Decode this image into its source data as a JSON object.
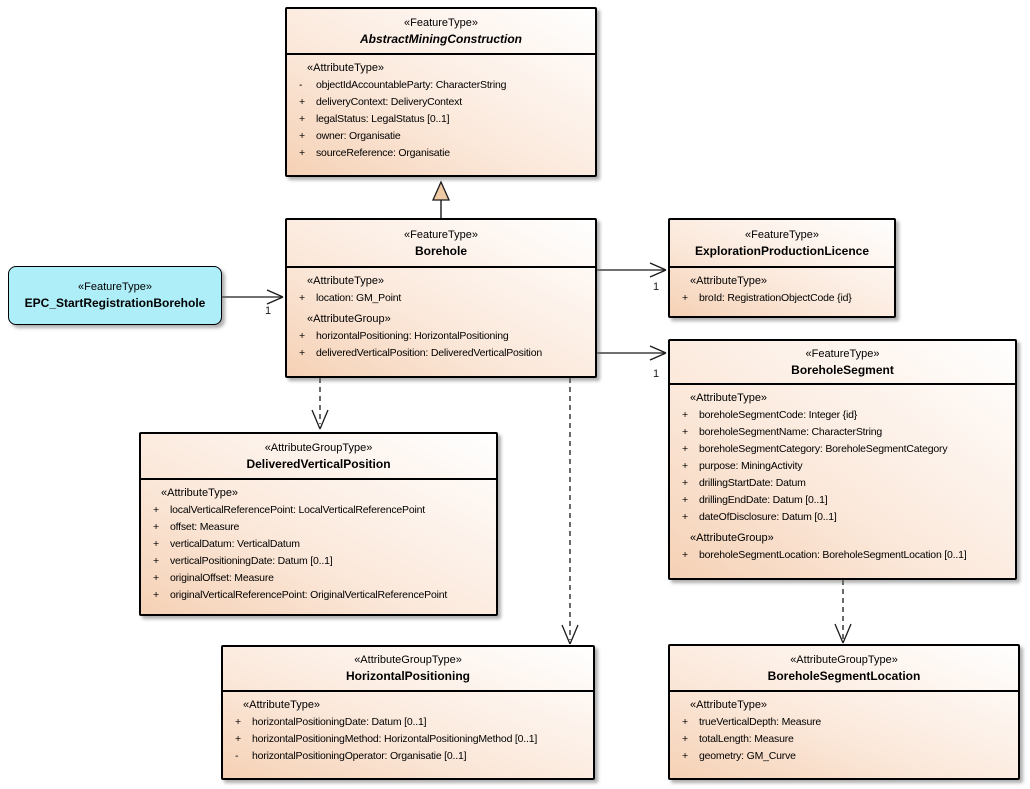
{
  "colors": {
    "box_border": "#000000",
    "box_fill_left": "#f5d1b5",
    "box_fill_right": "#ffffff",
    "epc_fill": "#aeeef8",
    "generalization_arrow_fill": "#eecaa4",
    "connector_stroke": "#1a1a1a",
    "shadow": "#6e6e6e"
  },
  "classes": [
    {
      "id": "abstract-mining-construction",
      "stereotype": "«FeatureType»",
      "name": "AbstractMiningConstruction",
      "sections": [
        {
          "stereotype": "«AttributeType»",
          "rows": [
            {
              "vis": "-",
              "text": "objectIdAccountableParty: CharacterString"
            },
            {
              "vis": "+",
              "text": "deliveryContext: DeliveryContext"
            },
            {
              "vis": "+",
              "text": "legalStatus: LegalStatus [0..1]"
            },
            {
              "vis": "+",
              "text": "owner: Organisatie"
            },
            {
              "vis": "+",
              "text": "sourceReference: Organisatie"
            }
          ]
        }
      ]
    },
    {
      "id": "borehole",
      "stereotype": "«FeatureType»",
      "name": "Borehole",
      "sections": [
        {
          "stereotype": "«AttributeType»",
          "rows": [
            {
              "vis": "+",
              "text": "location: GM_Point"
            }
          ]
        },
        {
          "stereotype": "«AttributeGroup»",
          "rows": [
            {
              "vis": "+",
              "text": "horizontalPositioning: HorizontalPositioning"
            },
            {
              "vis": "+",
              "text": "deliveredVerticalPosition: DeliveredVerticalPosition"
            }
          ]
        }
      ]
    },
    {
      "id": "epc-start-registration-borehole",
      "stereotype": "«FeatureType»",
      "name": "EPC_StartRegistrationBorehole",
      "sections": []
    },
    {
      "id": "exploration-production-licence",
      "stereotype": "«FeatureType»",
      "name": "ExplorationProductionLicence",
      "sections": [
        {
          "stereotype": "«AttributeType»",
          "rows": [
            {
              "vis": "+",
              "text": "broId: RegistrationObjectCode {id}"
            }
          ]
        }
      ]
    },
    {
      "id": "borehole-segment",
      "stereotype": "«FeatureType»",
      "name": "BoreholeSegment",
      "sections": [
        {
          "stereotype": "«AttributeType»",
          "rows": [
            {
              "vis": "+",
              "text": "boreholeSegmentCode: Integer {id}"
            },
            {
              "vis": "+",
              "text": "boreholeSegmentName: CharacterString"
            },
            {
              "vis": "+",
              "text": "boreholeSegmentCategory: BoreholeSegmentCategory"
            },
            {
              "vis": "+",
              "text": "purpose: MiningActivity"
            },
            {
              "vis": "+",
              "text": "drillingStartDate: Datum"
            },
            {
              "vis": "+",
              "text": "drillingEndDate: Datum [0..1]"
            },
            {
              "vis": "+",
              "text": "dateOfDisclosure: Datum [0..1]"
            }
          ]
        },
        {
          "stereotype": "«AttributeGroup»",
          "rows": [
            {
              "vis": "+",
              "text": "boreholeSegmentLocation: BoreholeSegmentLocation [0..1]"
            }
          ]
        }
      ]
    },
    {
      "id": "delivered-vertical-position",
      "stereotype": "«AttributeGroupType»",
      "name": "DeliveredVerticalPosition",
      "sections": [
        {
          "stereotype": "«AttributeType»",
          "rows": [
            {
              "vis": "+",
              "text": "localVerticalReferencePoint: LocalVerticalReferencePoint"
            },
            {
              "vis": "+",
              "text": "offset: Measure"
            },
            {
              "vis": "+",
              "text": "verticalDatum: VerticalDatum"
            },
            {
              "vis": "+",
              "text": "verticalPositioningDate: Datum [0..1]"
            },
            {
              "vis": "+",
              "text": "originalOffset: Measure"
            },
            {
              "vis": "+",
              "text": "originalVerticalReferencePoint: OriginalVerticalReferencePoint"
            }
          ]
        }
      ]
    },
    {
      "id": "horizontal-positioning",
      "stereotype": "«AttributeGroupType»",
      "name": "HorizontalPositioning",
      "sections": [
        {
          "stereotype": "«AttributeType»",
          "rows": [
            {
              "vis": "+",
              "text": "horizontalPositioningDate: Datum [0..1]"
            },
            {
              "vis": "+",
              "text": "horizontalPositioningMethod: HorizontalPositioningMethod [0..1]"
            },
            {
              "vis": "-",
              "text": "horizontalPositioningOperator: Organisatie [0..1]"
            }
          ]
        }
      ]
    },
    {
      "id": "borehole-segment-location",
      "stereotype": "«AttributeGroupType»",
      "name": "BoreholeSegmentLocation",
      "sections": [
        {
          "stereotype": "«AttributeType»",
          "rows": [
            {
              "vis": "+",
              "text": "trueVerticalDepth: Measure"
            },
            {
              "vis": "+",
              "text": "totalLength: Measure"
            },
            {
              "vis": "+",
              "text": "geometry: GM_Curve"
            }
          ]
        }
      ]
    }
  ],
  "connectors": [
    {
      "id": "generalization-borehole-to-abstract-mining-construction",
      "type": "generalization",
      "multiplicity": ""
    },
    {
      "id": "association-epc-to-borehole",
      "type": "association",
      "multiplicity": "1"
    },
    {
      "id": "association-borehole-to-exploration-production-licence",
      "type": "association",
      "multiplicity": "1"
    },
    {
      "id": "association-borehole-to-borehole-segment",
      "type": "association",
      "multiplicity": "1"
    },
    {
      "id": "dependency-borehole-to-delivered-vertical-position",
      "type": "dependency",
      "multiplicity": ""
    },
    {
      "id": "dependency-borehole-to-horizontal-positioning",
      "type": "dependency",
      "multiplicity": ""
    },
    {
      "id": "dependency-borehole-segment-to-borehole-segment-location",
      "type": "dependency",
      "multiplicity": ""
    }
  ]
}
